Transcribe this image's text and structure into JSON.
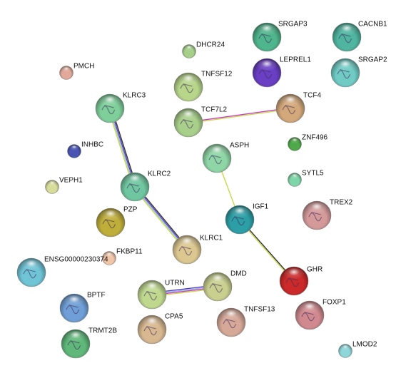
{
  "nodes": [
    {
      "id": "srgap3",
      "label": "SRGAP3",
      "color": "#4fb58c",
      "size": "large",
      "structure": true
    },
    {
      "id": "cacnb1",
      "label": "CACNB1",
      "color": "#4fb5a0",
      "size": "large",
      "structure": true
    },
    {
      "id": "dhcr24",
      "label": "DHCR24",
      "color": "#a6d08a",
      "size": "small",
      "structure": false
    },
    {
      "id": "leprel1",
      "label": "LEPREL1",
      "color": "#6a3fc4",
      "size": "large",
      "structure": true
    },
    {
      "id": "srgap2",
      "label": "SRGAP2",
      "color": "#6fcbc4",
      "size": "large",
      "structure": true
    },
    {
      "id": "pmch",
      "label": "PMCH",
      "color": "#e2a99a",
      "size": "small",
      "structure": false
    },
    {
      "id": "tnfsf12",
      "label": "TNFSF12",
      "color": "#b7d68a",
      "size": "large",
      "structure": true
    },
    {
      "id": "tcf4",
      "label": "TCF4",
      "color": "#d3a87a",
      "size": "large",
      "structure": true
    },
    {
      "id": "klrc3",
      "label": "KLRC3",
      "color": "#7fcf9a",
      "size": "large",
      "structure": true
    },
    {
      "id": "tcf7l2",
      "label": "TCF7L2",
      "color": "#a9d08b",
      "size": "large",
      "structure": true
    },
    {
      "id": "znf496",
      "label": "ZNF496",
      "color": "#4fa84a",
      "size": "small",
      "structure": false
    },
    {
      "id": "inhbc",
      "label": "INHBC",
      "color": "#4a55b3",
      "size": "small",
      "structure": false
    },
    {
      "id": "asph",
      "label": "ASPH",
      "color": "#8fd6a6",
      "size": "large",
      "structure": true
    },
    {
      "id": "sytl5",
      "label": "SYTL5",
      "color": "#7fd6a8",
      "size": "small",
      "structure": false
    },
    {
      "id": "klrc2",
      "label": "KLRC2",
      "color": "#6fc6a0",
      "size": "large",
      "structure": true
    },
    {
      "id": "veph1",
      "label": "VEPH1",
      "color": "#d8dc9a",
      "size": "small",
      "structure": false
    },
    {
      "id": "trex2",
      "label": "TREX2",
      "color": "#d49a9a",
      "size": "large",
      "structure": true
    },
    {
      "id": "igf1",
      "label": "IGF1",
      "color": "#2c9fa6",
      "size": "large",
      "structure": true
    },
    {
      "id": "pzp",
      "label": "PZP",
      "color": "#bfae3a",
      "size": "large",
      "structure": true
    },
    {
      "id": "klrc1",
      "label": "KLRC1",
      "color": "#dcc790",
      "size": "large",
      "structure": true
    },
    {
      "id": "fkbp11",
      "label": "FKBP11",
      "color": "#f0c5a8",
      "size": "small",
      "structure": false
    },
    {
      "id": "ensg",
      "label": "ENSG00000230374",
      "color": "#6fc4d6",
      "size": "large",
      "structure": true
    },
    {
      "id": "ghr",
      "label": "GHR",
      "color": "#cc2a2a",
      "size": "large",
      "structure": true
    },
    {
      "id": "dmd",
      "label": "DMD",
      "color": "#c9cf8e",
      "size": "large",
      "structure": true
    },
    {
      "id": "utrn",
      "label": "UTRN",
      "color": "#bfd88e",
      "size": "large",
      "structure": true
    },
    {
      "id": "bptf",
      "label": "BPTF",
      "color": "#6f9fd6",
      "size": "large",
      "structure": true
    },
    {
      "id": "foxp1",
      "label": "FOXP1",
      "color": "#d08a8f",
      "size": "large",
      "structure": true
    },
    {
      "id": "tnfsf13",
      "label": "TNFSF13",
      "color": "#d6a898",
      "size": "large",
      "structure": true
    },
    {
      "id": "cpa5",
      "label": "CPA5",
      "color": "#d8b890",
      "size": "large",
      "structure": true
    },
    {
      "id": "trmt2b",
      "label": "TRMT2B",
      "color": "#5fb87a",
      "size": "large",
      "structure": true
    },
    {
      "id": "lmod2",
      "label": "LMOD2",
      "color": "#8fd6da",
      "size": "small",
      "structure": false
    }
  ],
  "edges": [
    {
      "from": "klrc3",
      "to": "klrc2",
      "colors": [
        "#333333",
        "#5b3fbf",
        "#8fb8e0",
        "#c9d94a"
      ]
    },
    {
      "from": "klrc2",
      "to": "klrc1",
      "colors": [
        "#333333",
        "#5b3fbf",
        "#8fb8e0",
        "#c9d94a"
      ]
    },
    {
      "from": "tcf7l2",
      "to": "tcf4",
      "colors": [
        "#c43fc4",
        "#c9d94a"
      ]
    },
    {
      "from": "asph",
      "to": "igf1",
      "colors": [
        "#c9d94a"
      ]
    },
    {
      "from": "igf1",
      "to": "ghr",
      "colors": [
        "#333333",
        "#c9d94a"
      ]
    },
    {
      "from": "utrn",
      "to": "dmd",
      "colors": [
        "#5b3fbf",
        "#8fb8e0",
        "#c43fc4",
        "#c9d94a"
      ]
    }
  ]
}
